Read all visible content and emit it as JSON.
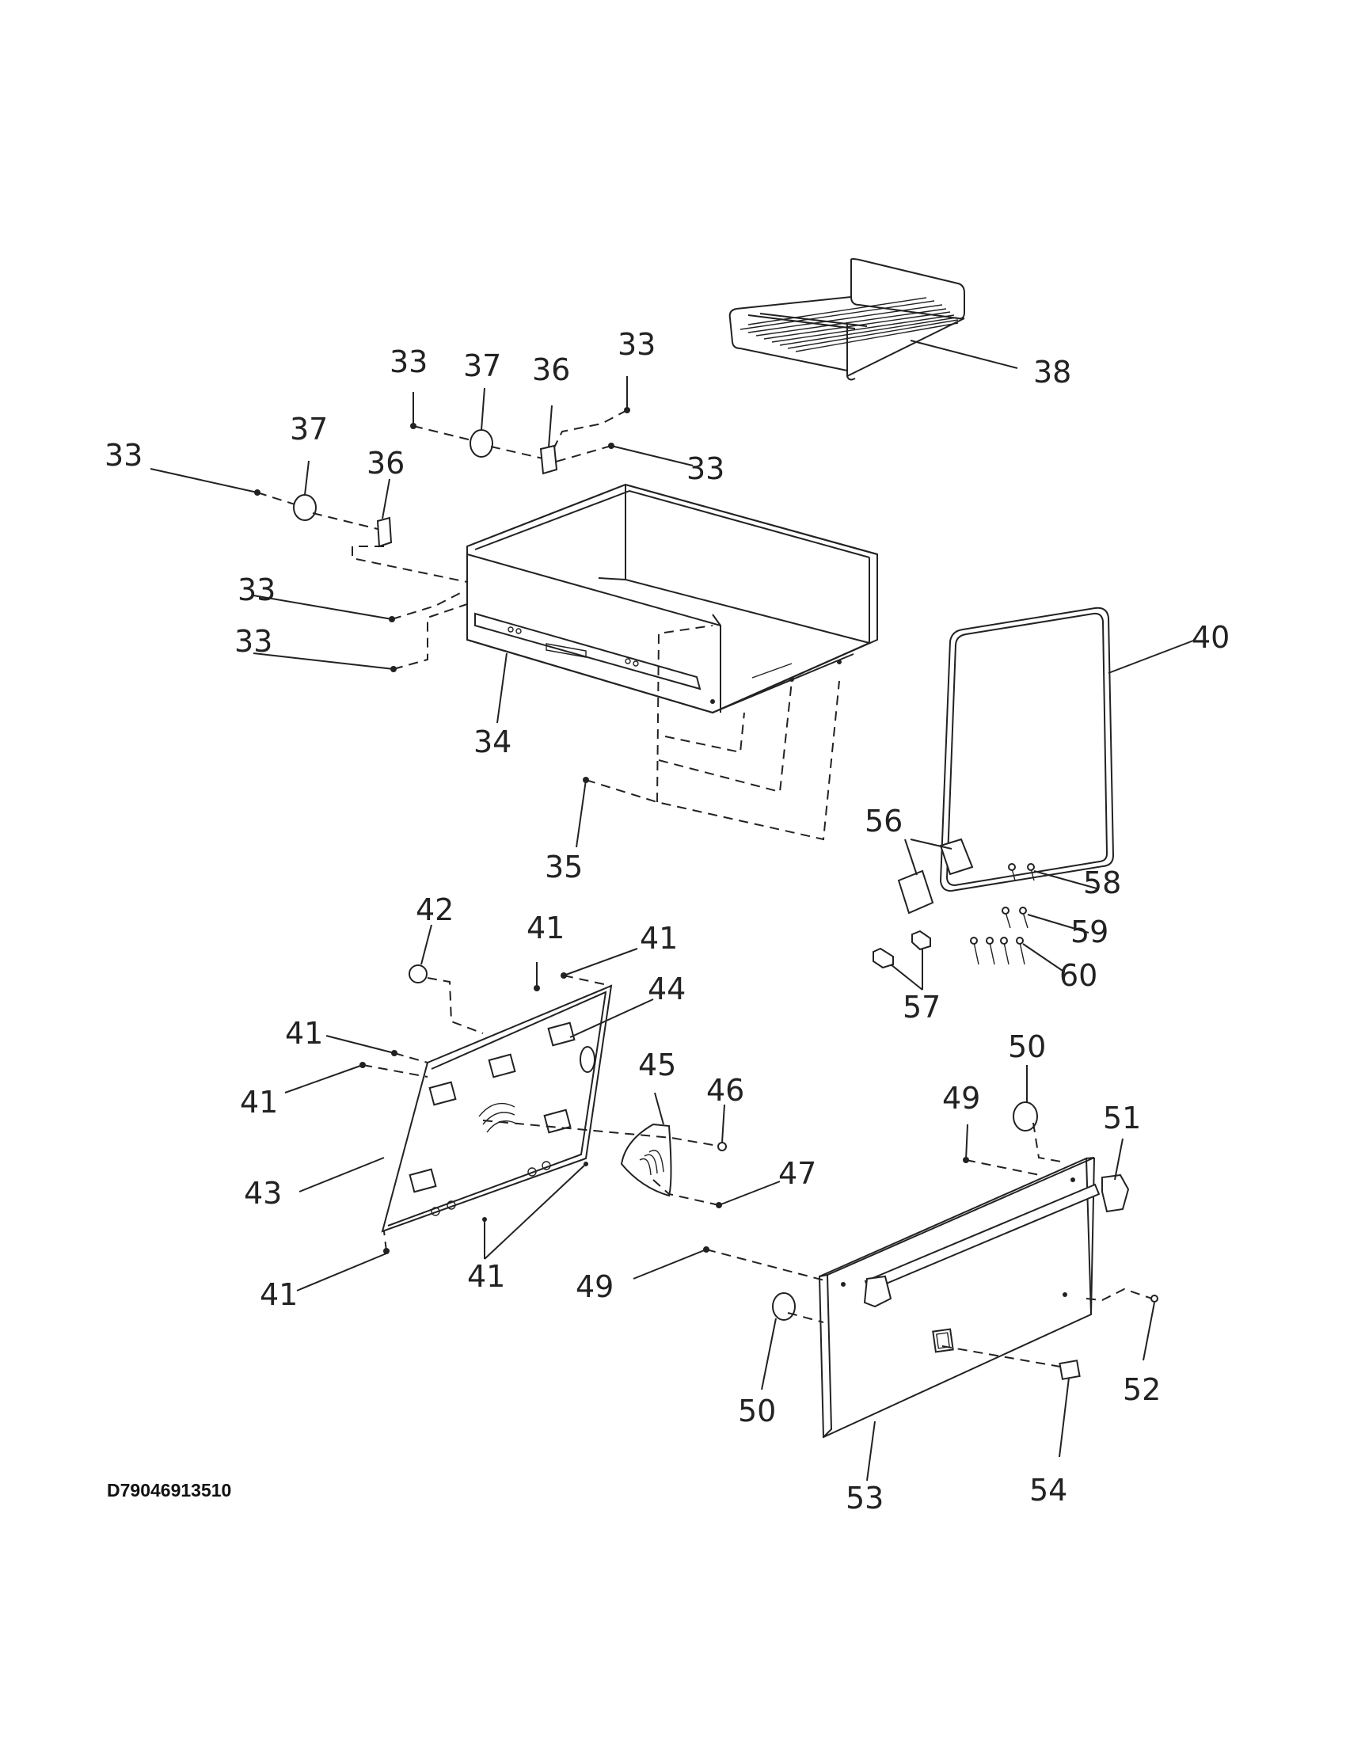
{
  "document_code": "D79046913510",
  "parts": {
    "33": "33",
    "34": "34",
    "35": "35",
    "36": "36",
    "37": "37",
    "38": "38",
    "40": "40",
    "41": "41",
    "42": "42",
    "43": "43",
    "44": "44",
    "45": "45",
    "46": "46",
    "47": "47",
    "49": "49",
    "50": "50",
    "51": "51",
    "52": "52",
    "53": "53",
    "54": "54",
    "56": "56",
    "57": "57",
    "58": "58",
    "59": "59",
    "60": "60"
  }
}
